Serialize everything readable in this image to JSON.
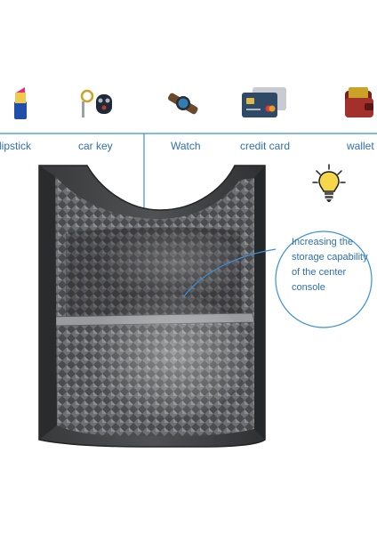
{
  "items": [
    {
      "icon": "lipstick-icon",
      "label": "lipstick"
    },
    {
      "icon": "car-key-icon",
      "label": "car key"
    },
    {
      "icon": "watch-icon",
      "label": "Watch"
    },
    {
      "icon": "credit-card-icon",
      "label": "credit card"
    },
    {
      "icon": "wallet-icon",
      "label": "wallet"
    }
  ],
  "callout": {
    "icon": "light-bulb-icon",
    "lines": [
      "Increasing the",
      "storage capability",
      "of the center",
      "console"
    ]
  },
  "colors": {
    "accent": "#3b8fd8",
    "label_text": "#2f6fb0",
    "tray_dark": "#2d2e30",
    "tray_mid": "#6a6b6d"
  }
}
